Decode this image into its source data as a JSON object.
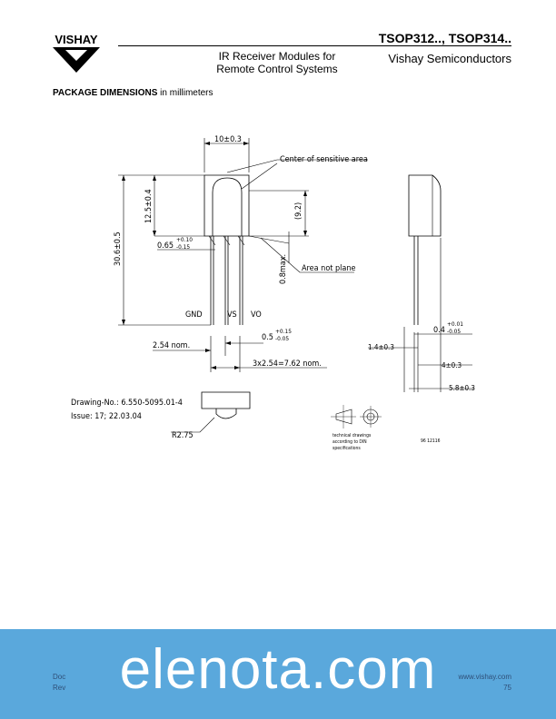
{
  "header": {
    "logo_text": "VISHAY",
    "title": "TSOP312.., TSOP314..",
    "subtitle_line1": "IR Receiver Modules for",
    "subtitle_line2": "Remote Control Systems",
    "company": "Vishay Semiconductors"
  },
  "section": {
    "title": "PACKAGE DIMENSIONS",
    "unit": "in millimeters"
  },
  "drawing": {
    "dim_width": "10±0.3",
    "center_label": "Center of sensitive area",
    "dim_top": "12.5±0.4",
    "dim_92": "(9.2)",
    "dim_total": "30.6±0.5",
    "dim_065": "0.65",
    "dim_065_tol_up": "+0.10",
    "dim_065_tol_dn": "-0.15",
    "dim_08": "0.8max.",
    "area_not_plane": "Area not plane",
    "pin_gnd": "GND",
    "pin_vs": "VS",
    "pin_vo": "VO",
    "dim_254": "2.54 nom.",
    "dim_05": "0.5",
    "dim_05_tol_up": "+0.15",
    "dim_05_tol_dn": "-0.05",
    "dim_pitch": "3x2.54=7.62 nom.",
    "dim_04": "0.4",
    "dim_04_tol_up": "+0.01",
    "dim_04_tol_dn": "-0.05",
    "dim_14": "1.4±0.3",
    "dim_4": "4±0.3",
    "dim_58": "5.8±0.3",
    "drawing_no": "Drawing-No.: 6.550-5095.01-4",
    "issue": "Issue: 17;  22.03.04",
    "r275": "R2.75",
    "tech_line1": "technical drawings",
    "tech_line2": "according to DIN",
    "tech_line3": "specifications",
    "ref_code": "96 12116"
  },
  "footer": {
    "left_line1": "Doc",
    "left_line2": "Rev",
    "right_line1": "www.vishay.com",
    "right_line2": "75",
    "watermark": "elenota.com"
  }
}
